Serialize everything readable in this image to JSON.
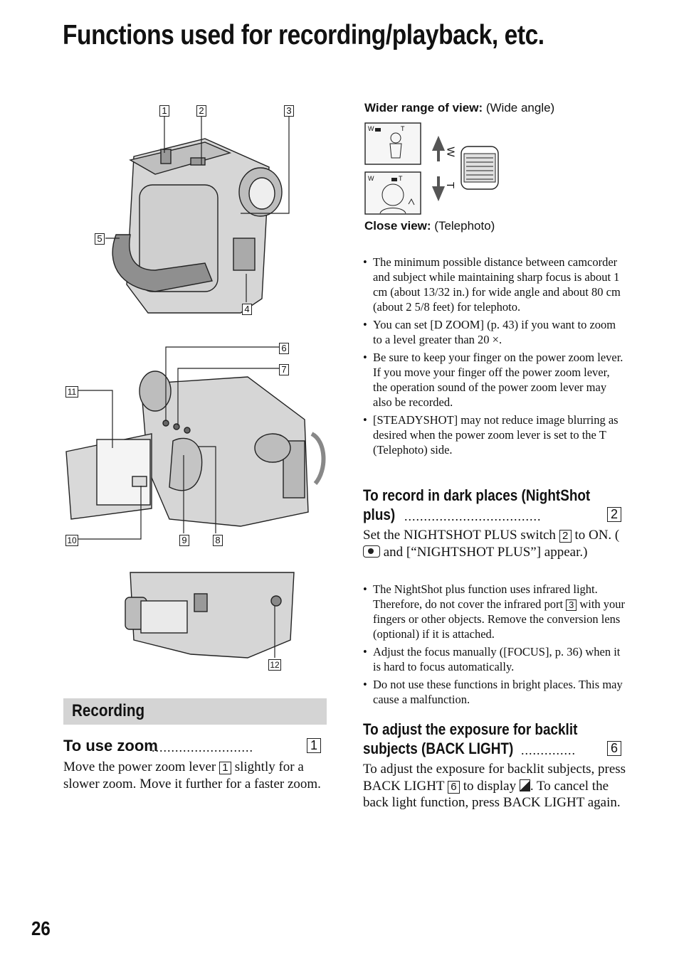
{
  "title": "Functions used for recording/playback, etc.",
  "page_number": "26",
  "figure": {
    "callouts": [
      "1",
      "2",
      "3",
      "4",
      "5",
      "6",
      "7",
      "8",
      "9",
      "10",
      "11",
      "12"
    ]
  },
  "zoom_diagram": {
    "wide_label_bold": "Wider range of view:",
    "wide_label_rest": "(Wide angle)",
    "tele_label_bold": "Close view:",
    "tele_label_rest": "(Telephoto)",
    "w_mark": "W",
    "t_mark": "T",
    "lever_w": "W",
    "lever_t": "T"
  },
  "zoom_notes": [
    "The minimum possible distance between camcorder and subject while maintaining sharp focus is about 1 cm (about 13/32 in.) for wide angle and about 80 cm (about 2 5/8 feet) for telephoto.",
    "You can set [D ZOOM] (p. 43) if you want to zoom to a level greater than 20 ×.",
    "Be sure to keep your finger on the power zoom lever. If you move your finger off the power zoom lever, the operation sound of the power zoom lever may also be recorded.",
    "[STEADYSHOT] may not reduce image blurring as desired when the power zoom lever is set to the T (Telephoto) side."
  ],
  "recording": {
    "section_label": "Recording",
    "zoom_heading": "To use zoom",
    "zoom_ref": "1",
    "zoom_body_1": "Move the power zoom lever",
    "zoom_body_ref": "1",
    "zoom_body_2": "slightly for a slower zoom. Move it further for a faster zoom."
  },
  "nightshot": {
    "heading_line1": "To record in dark places (NightShot",
    "heading_line2": "plus)",
    "ref": "2",
    "body_1": "Set the NIGHTSHOT PLUS switch",
    "body_ref": "2",
    "body_2": "to ON. (",
    "body_3": "and [“NIGHTSHOT PLUS”] appear.)",
    "bullets": [
      "The NightShot plus function uses infrared light. Therefore, do not cover the infrared port",
      "Adjust the focus manually ([FOCUS], p. 36) when it is hard to focus automatically.",
      "Do not use these functions in bright places. This may cause a malfunction."
    ],
    "bullet1_ref": "3",
    "bullet1_rest": "with your fingers or other objects. Remove the conversion lens (optional) if it is attached."
  },
  "backlight": {
    "heading_line1": "To adjust the exposure for backlit",
    "heading_line2": "subjects (BACK LIGHT)",
    "ref": "6",
    "body_1": "To adjust the exposure for backlit subjects, press BACK LIGHT",
    "body_ref": "6",
    "body_2": "to display",
    "body_3": ". To cancel the back light function, press BACK LIGHT again."
  }
}
